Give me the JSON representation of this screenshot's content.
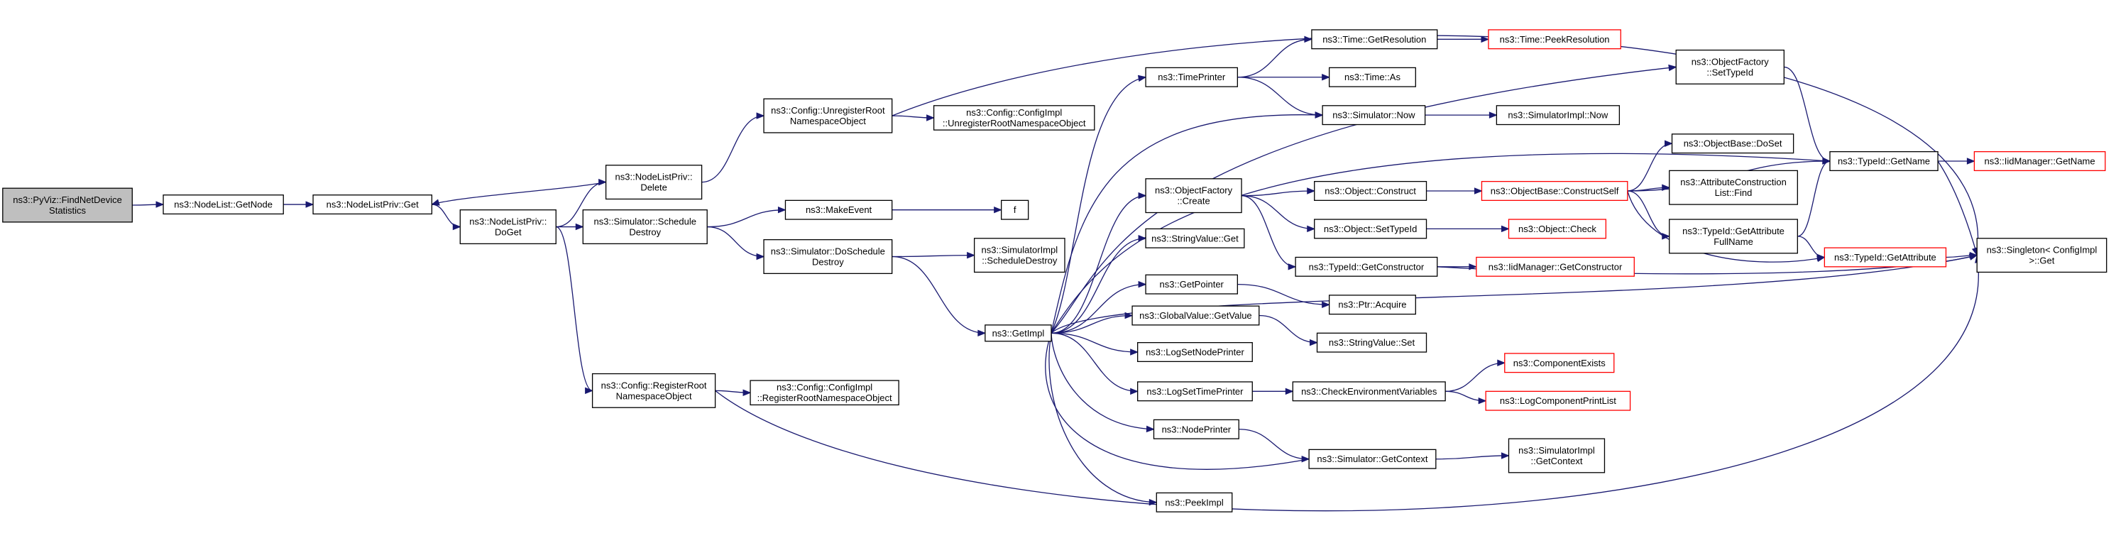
{
  "diagram": {
    "nodes": [
      {
        "id": "root",
        "lines": [
          "ns3::PyViz::FindNetDevice",
          "Statistics"
        ],
        "kind": "root"
      },
      {
        "id": "nl_getnode",
        "lines": [
          "ns3::NodeList::GetNode"
        ],
        "kind": "normal"
      },
      {
        "id": "nlp_get",
        "lines": [
          "ns3::NodeListPriv::Get"
        ],
        "kind": "normal"
      },
      {
        "id": "nlp_doget",
        "lines": [
          "ns3::NodeListPriv::",
          "DoGet"
        ],
        "kind": "normal"
      },
      {
        "id": "nlp_delete",
        "lines": [
          "ns3::NodeListPriv::",
          "Delete"
        ],
        "kind": "normal"
      },
      {
        "id": "cfg_unreg",
        "lines": [
          "ns3::Config::UnregisterRoot",
          "NamespaceObject"
        ],
        "kind": "normal"
      },
      {
        "id": "cfgimpl_unreg",
        "lines": [
          "ns3::Config::ConfigImpl",
          "::UnregisterRootNamespaceObject"
        ],
        "kind": "normal"
      },
      {
        "id": "sim_sched_destroy",
        "lines": [
          "ns3::Simulator::Schedule",
          "Destroy"
        ],
        "kind": "normal"
      },
      {
        "id": "make_event",
        "lines": [
          "ns3::MakeEvent"
        ],
        "kind": "normal"
      },
      {
        "id": "f",
        "lines": [
          "f"
        ],
        "kind": "normal"
      },
      {
        "id": "sim_do_sched_destroy",
        "lines": [
          "ns3::Simulator::DoSchedule",
          "Destroy"
        ],
        "kind": "normal"
      },
      {
        "id": "simimpl_sched_destroy",
        "lines": [
          "ns3::SimulatorImpl",
          "::ScheduleDestroy"
        ],
        "kind": "normal"
      },
      {
        "id": "getimpl",
        "lines": [
          "ns3::GetImpl"
        ],
        "kind": "normal"
      },
      {
        "id": "cfg_reg",
        "lines": [
          "ns3::Config::RegisterRoot",
          "NamespaceObject"
        ],
        "kind": "normal"
      },
      {
        "id": "cfgimpl_reg",
        "lines": [
          "ns3::Config::ConfigImpl",
          "::RegisterRootNamespaceObject"
        ],
        "kind": "normal"
      },
      {
        "id": "time_printer",
        "lines": [
          "ns3::TimePrinter"
        ],
        "kind": "normal"
      },
      {
        "id": "time_getres",
        "lines": [
          "ns3::Time::GetResolution"
        ],
        "kind": "normal"
      },
      {
        "id": "time_peekres",
        "lines": [
          "ns3::Time::PeekResolution"
        ],
        "kind": "trunc"
      },
      {
        "id": "time_as",
        "lines": [
          "ns3::Time::As"
        ],
        "kind": "normal"
      },
      {
        "id": "sim_now",
        "lines": [
          "ns3::Simulator::Now"
        ],
        "kind": "normal"
      },
      {
        "id": "simimpl_now",
        "lines": [
          "ns3::SimulatorImpl::Now"
        ],
        "kind": "normal"
      },
      {
        "id": "objfactory_create",
        "lines": [
          "ns3::ObjectFactory",
          "::Create"
        ],
        "kind": "normal"
      },
      {
        "id": "obj_construct",
        "lines": [
          "ns3::Object::Construct"
        ],
        "kind": "normal"
      },
      {
        "id": "objbase_constructself",
        "lines": [
          "ns3::ObjectBase::ConstructSelf"
        ],
        "kind": "trunc"
      },
      {
        "id": "obj_settypeid",
        "lines": [
          "ns3::Object::SetTypeId"
        ],
        "kind": "normal"
      },
      {
        "id": "obj_check",
        "lines": [
          "ns3::Object::Check"
        ],
        "kind": "trunc"
      },
      {
        "id": "typeid_getconstructor",
        "lines": [
          "ns3::TypeId::GetConstructor"
        ],
        "kind": "normal"
      },
      {
        "id": "iidmgr_getconstructor",
        "lines": [
          "ns3::IidManager::GetConstructor"
        ],
        "kind": "trunc"
      },
      {
        "id": "stringvalue_get",
        "lines": [
          "ns3::StringValue::Get"
        ],
        "kind": "normal"
      },
      {
        "id": "getpointer",
        "lines": [
          "ns3::GetPointer"
        ],
        "kind": "normal"
      },
      {
        "id": "ptr_acquire",
        "lines": [
          "ns3::Ptr::Acquire"
        ],
        "kind": "normal"
      },
      {
        "id": "globalvalue_getvalue",
        "lines": [
          "ns3::GlobalValue::GetValue"
        ],
        "kind": "normal"
      },
      {
        "id": "stringvalue_set",
        "lines": [
          "ns3::StringValue::Set"
        ],
        "kind": "normal"
      },
      {
        "id": "logsetnodeprinter",
        "lines": [
          "ns3::LogSetNodePrinter"
        ],
        "kind": "normal"
      },
      {
        "id": "logsettimeprinter",
        "lines": [
          "ns3::LogSetTimePrinter"
        ],
        "kind": "normal"
      },
      {
        "id": "checkenvvars",
        "lines": [
          "ns3::CheckEnvironmentVariables"
        ],
        "kind": "normal"
      },
      {
        "id": "componentexists",
        "lines": [
          "ns3::ComponentExists"
        ],
        "kind": "trunc"
      },
      {
        "id": "logcomponentprintlist",
        "lines": [
          "ns3::LogComponentPrintList"
        ],
        "kind": "trunc"
      },
      {
        "id": "nodeprinter",
        "lines": [
          "ns3::NodePrinter"
        ],
        "kind": "normal"
      },
      {
        "id": "sim_getcontext",
        "lines": [
          "ns3::Simulator::GetContext"
        ],
        "kind": "normal"
      },
      {
        "id": "simimpl_getcontext",
        "lines": [
          "ns3::SimulatorImpl",
          "::GetContext"
        ],
        "kind": "normal"
      },
      {
        "id": "peekimpl",
        "lines": [
          "ns3::PeekImpl"
        ],
        "kind": "normal"
      },
      {
        "id": "objfactory_settypeid",
        "lines": [
          "ns3::ObjectFactory",
          "::SetTypeId"
        ],
        "kind": "normal"
      },
      {
        "id": "objbase_doset",
        "lines": [
          "ns3::ObjectBase::DoSet"
        ],
        "kind": "normal"
      },
      {
        "id": "attrconstruction_find",
        "lines": [
          "ns3::AttributeConstruction",
          "List::Find"
        ],
        "kind": "normal"
      },
      {
        "id": "typeid_getattrfullname",
        "lines": [
          "ns3::TypeId::GetAttribute",
          "FullName"
        ],
        "kind": "normal"
      },
      {
        "id": "typeid_getname",
        "lines": [
          "ns3::TypeId::GetName"
        ],
        "kind": "normal"
      },
      {
        "id": "iidmgr_getname",
        "lines": [
          "ns3::IidManager::GetName"
        ],
        "kind": "trunc"
      },
      {
        "id": "typeid_getattribute",
        "lines": [
          "ns3::TypeId::GetAttribute"
        ],
        "kind": "trunc"
      },
      {
        "id": "singleton_get",
        "lines": [
          "ns3::Singleton< ConfigImpl",
          " >::Get"
        ],
        "kind": "normal"
      }
    ],
    "edges": [
      {
        "from": "root",
        "to": "nl_getnode"
      },
      {
        "from": "nl_getnode",
        "to": "nlp_get"
      },
      {
        "from": "nlp_get",
        "to": "nlp_doget"
      },
      {
        "from": "nlp_doget",
        "to": "nlp_delete"
      },
      {
        "from": "nlp_delete",
        "to": "nlp_get"
      },
      {
        "from": "nlp_doget",
        "to": "sim_sched_destroy"
      },
      {
        "from": "nlp_doget",
        "to": "cfg_reg"
      },
      {
        "from": "nlp_delete",
        "to": "cfg_unreg"
      },
      {
        "from": "cfg_unreg",
        "to": "cfgimpl_unreg"
      },
      {
        "from": "cfg_unreg",
        "to": "singleton_get"
      },
      {
        "from": "sim_sched_destroy",
        "to": "make_event"
      },
      {
        "from": "make_event",
        "to": "f"
      },
      {
        "from": "sim_sched_destroy",
        "to": "sim_do_sched_destroy"
      },
      {
        "from": "sim_do_sched_destroy",
        "to": "simimpl_sched_destroy"
      },
      {
        "from": "sim_do_sched_destroy",
        "to": "getimpl"
      },
      {
        "from": "cfg_reg",
        "to": "cfgimpl_reg"
      },
      {
        "from": "cfg_reg",
        "to": "singleton_get"
      },
      {
        "from": "getimpl",
        "to": "time_printer"
      },
      {
        "from": "getimpl",
        "to": "sim_now"
      },
      {
        "from": "getimpl",
        "to": "objfactory_create"
      },
      {
        "from": "getimpl",
        "to": "objfactory_settypeid"
      },
      {
        "from": "getimpl",
        "to": "typeid_getname"
      },
      {
        "from": "getimpl",
        "to": "stringvalue_get"
      },
      {
        "from": "getimpl",
        "to": "getpointer"
      },
      {
        "from": "getimpl",
        "to": "globalvalue_getvalue"
      },
      {
        "from": "getimpl",
        "to": "logsetnodeprinter"
      },
      {
        "from": "getimpl",
        "to": "logsettimeprinter"
      },
      {
        "from": "getimpl",
        "to": "nodeprinter"
      },
      {
        "from": "getimpl",
        "to": "peekimpl"
      },
      {
        "from": "getimpl",
        "to": "singleton_get"
      },
      {
        "from": "time_printer",
        "to": "time_getres"
      },
      {
        "from": "time_printer",
        "to": "time_as"
      },
      {
        "from": "time_printer",
        "to": "sim_now"
      },
      {
        "from": "time_getres",
        "to": "time_peekres"
      },
      {
        "from": "sim_now",
        "to": "simimpl_now"
      },
      {
        "from": "objfactory_create",
        "to": "obj_construct"
      },
      {
        "from": "objfactory_create",
        "to": "obj_settypeid"
      },
      {
        "from": "objfactory_create",
        "to": "typeid_getconstructor"
      },
      {
        "from": "obj_construct",
        "to": "objbase_constructself"
      },
      {
        "from": "obj_settypeid",
        "to": "obj_check"
      },
      {
        "from": "typeid_getconstructor",
        "to": "iidmgr_getconstructor"
      },
      {
        "from": "typeid_getconstructor",
        "to": "singleton_get"
      },
      {
        "from": "objbase_constructself",
        "to": "objbase_doset"
      },
      {
        "from": "objbase_constructself",
        "to": "attrconstruction_find"
      },
      {
        "from": "objbase_constructself",
        "to": "typeid_getattrfullname"
      },
      {
        "from": "objbase_constructself",
        "to": "typeid_getname"
      },
      {
        "from": "objbase_constructself",
        "to": "typeid_getattribute"
      },
      {
        "from": "objfactory_settypeid",
        "to": "typeid_getname"
      },
      {
        "from": "typeid_getattrfullname",
        "to": "typeid_getname"
      },
      {
        "from": "typeid_getattrfullname",
        "to": "typeid_getattribute"
      },
      {
        "from": "typeid_getname",
        "to": "iidmgr_getname"
      },
      {
        "from": "typeid_getname",
        "to": "singleton_get"
      },
      {
        "from": "typeid_getattribute",
        "to": "singleton_get"
      },
      {
        "from": "getpointer",
        "to": "ptr_acquire"
      },
      {
        "from": "globalvalue_getvalue",
        "to": "stringvalue_set"
      },
      {
        "from": "logsettimeprinter",
        "to": "checkenvvars"
      },
      {
        "from": "checkenvvars",
        "to": "componentexists"
      },
      {
        "from": "checkenvvars",
        "to": "logcomponentprintlist"
      },
      {
        "from": "nodeprinter",
        "to": "sim_getcontext"
      },
      {
        "from": "sim_getcontext",
        "to": "getimpl"
      },
      {
        "from": "sim_getcontext",
        "to": "simimpl_getcontext"
      }
    ]
  },
  "colors": {
    "edge": "#191970",
    "root_fill": "#bfbfbf",
    "node_fill": "#ffffff",
    "node_border": "#000000",
    "truncated_border": "#ff0000"
  }
}
